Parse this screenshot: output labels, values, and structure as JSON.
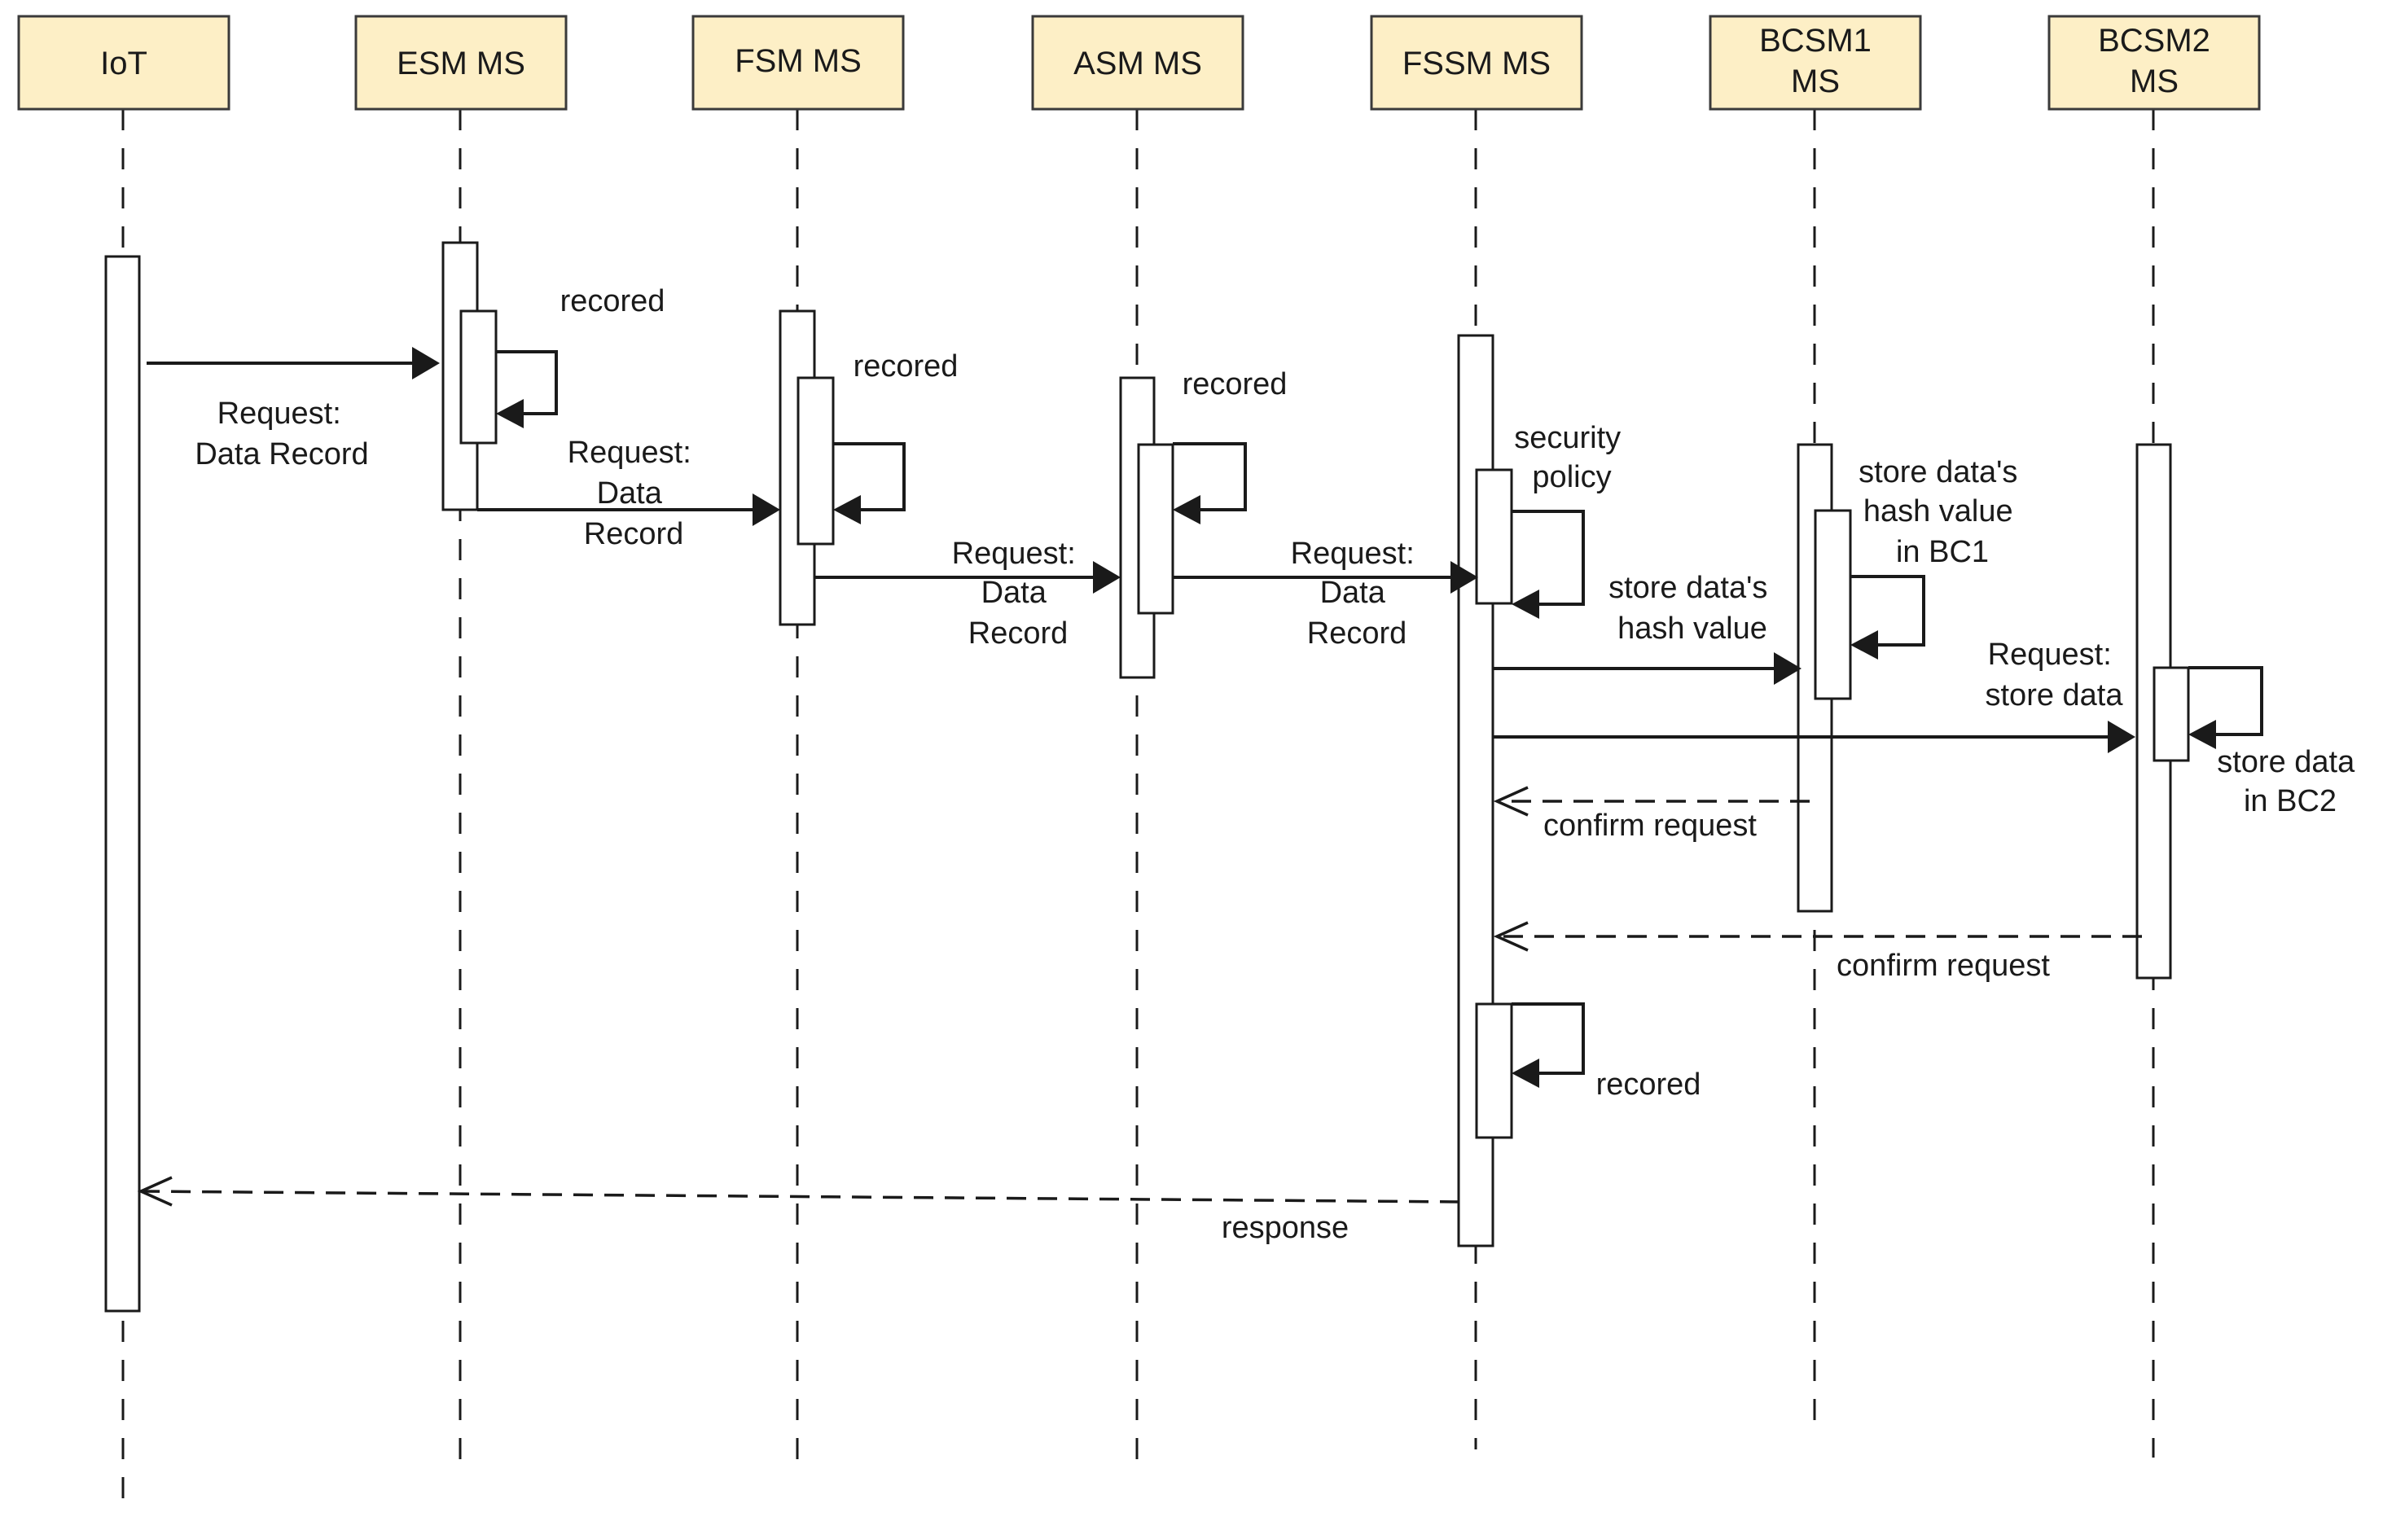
{
  "participants": [
    {
      "id": "iot",
      "lines": [
        "IoT"
      ]
    },
    {
      "id": "esm",
      "lines": [
        "ESM MS"
      ]
    },
    {
      "id": "fsm",
      "lines": [
        "FSM MS"
      ]
    },
    {
      "id": "asm",
      "lines": [
        "ASM MS"
      ]
    },
    {
      "id": "fssm",
      "lines": [
        "FSSM MS"
      ]
    },
    {
      "id": "bcsm1",
      "lines": [
        "BCSM1",
        "MS"
      ]
    },
    {
      "id": "bcsm2",
      "lines": [
        "BCSM2",
        "MS"
      ]
    }
  ],
  "messages": {
    "iot_to_esm": [
      "Request:",
      "Data Record"
    ],
    "esm_self": [
      "recored"
    ],
    "esm_to_fsm": [
      "Request:",
      "Data",
      "Record"
    ],
    "fsm_self": [
      "recored"
    ],
    "fsm_to_asm": [
      "Request:",
      "Data",
      "Record"
    ],
    "asm_self": [
      "recored"
    ],
    "asm_to_fssm": [
      "Request:",
      "Data",
      "Record"
    ],
    "fssm_self_policy": [
      "security",
      "policy"
    ],
    "fssm_to_bcsm1": [
      "store data's",
      "hash value"
    ],
    "bcsm1_self": [
      "store data's",
      "hash value",
      "in BC1"
    ],
    "fssm_to_bcsm2": [
      "Request:",
      "store data"
    ],
    "bcsm2_self": [
      "store data",
      "in BC2"
    ],
    "bcsm1_confirm": [
      "confirm request"
    ],
    "bcsm2_confirm": [
      "confirm request"
    ],
    "fssm_self_record": [
      "recored"
    ],
    "fssm_response": [
      "response"
    ]
  }
}
